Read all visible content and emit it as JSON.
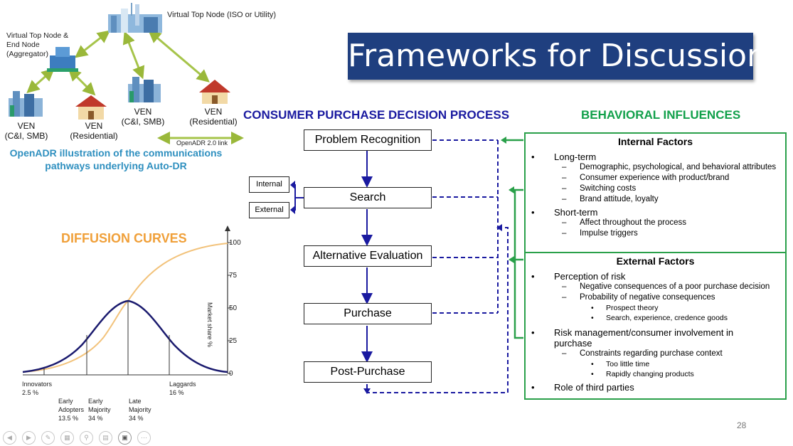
{
  "slide": {
    "title": "Frameworks for Discussion",
    "page_number": "28"
  },
  "openadr": {
    "top_node": "Virtual Top Node (ISO or Utility)",
    "aggregator_node": "Virtual Top Node &\nEnd Node\n(Aggregator)",
    "ven1": "VEN\n(C&I, SMB)",
    "ven2": "VEN\n(Residential)",
    "ven3": "VEN\n(C&I, SMB)",
    "ven4": "VEN\n(Residential)",
    "link_label": "OpenADR 2.0 link",
    "caption": "OpenADR illustration of the communications pathways underlying Auto-DR"
  },
  "diffusion": {
    "title": "DIFFUSION CURVES",
    "axis_label": "Market share %",
    "ticks": [
      "100",
      "75",
      "50",
      "25",
      "0"
    ],
    "categories": [
      {
        "name": "Innovators",
        "pct": "2.5 %"
      },
      {
        "name": "Early\nAdopters",
        "pct": "13.5 %"
      },
      {
        "name": "Early\nMajority",
        "pct": "34 %"
      },
      {
        "name": "Late\nMajority",
        "pct": "34 %"
      },
      {
        "name": "Laggards",
        "pct": "16 %"
      }
    ]
  },
  "process": {
    "heading": "CONSUMER PURCHASE DECISION PROCESS",
    "steps": [
      "Problem Recognition",
      "Search",
      "Alternative Evaluation",
      "Purchase",
      "Post-Purchase"
    ],
    "internal": "Internal",
    "external": "External"
  },
  "influences": {
    "heading": "BEHAVIORAL INFLUENCES",
    "internal_title": "Internal Factors",
    "long_term": "Long-term",
    "long_term_items": [
      "Demographic, psychological, and behavioral attributes",
      "Consumer experience with product/brand",
      "Switching costs",
      "Brand attitude, loyalty"
    ],
    "short_term": "Short-term",
    "short_term_items": [
      "Affect throughout the process",
      "Impulse triggers"
    ],
    "external_title": "External Factors",
    "risk": "Perception of risk",
    "risk_items": [
      "Negative consequences of a poor purchase decision",
      "Probability of negative consequences"
    ],
    "risk_sub": [
      "Prospect theory",
      "Search, experience, credence goods"
    ],
    "mgmt": "Risk management/consumer involvement in purchase",
    "mgmt_items": [
      "Constraints regarding purchase context"
    ],
    "mgmt_sub": [
      "Too little time",
      "Rapidly changing products"
    ],
    "third": "Role of third parties"
  },
  "toolbar": {
    "icons": [
      "prev-icon",
      "play-icon",
      "pen-icon",
      "slides-icon",
      "zoom-icon",
      "subtitle-icon",
      "camera-icon",
      "more-icon"
    ]
  },
  "colors": {
    "title_bg": "#1f3f7f",
    "process_blue": "#1a1aa0",
    "green": "#2aa04a",
    "diffusion_orange": "#f0a03a",
    "caption_blue": "#2e8fbf"
  }
}
